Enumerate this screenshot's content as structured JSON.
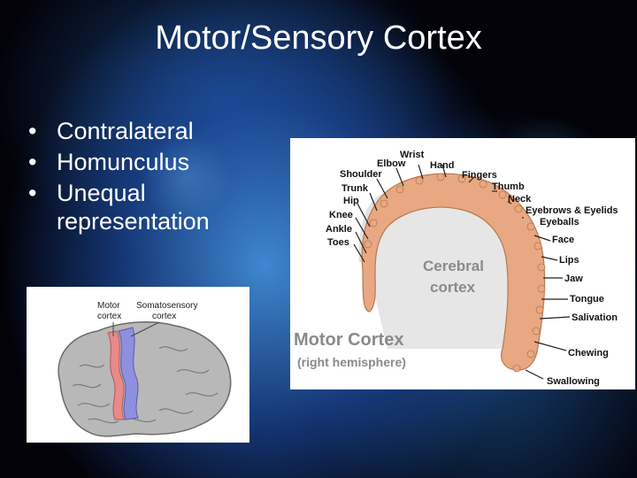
{
  "slide": {
    "title": "Motor/Sensory Cortex",
    "bullets": [
      "Contralateral",
      "Homunculus",
      "Unequal representation"
    ]
  },
  "brain_figure": {
    "label_motor_line1": "Motor",
    "label_motor_line2": "cortex",
    "label_sensory_line1": "Somatosensory",
    "label_sensory_line2": "cortex",
    "motor_color": "#e88a8a",
    "sensory_color": "#8f8fe0"
  },
  "cortex_figure": {
    "caption_title": "Motor Cortex",
    "caption_sub": "(right hemisphere)",
    "center_line1": "Cerebral",
    "center_line2": "cortex",
    "body_parts": {
      "wrist": "Wrist",
      "elbow": "Elbow",
      "hand": "Hand",
      "shoulder": "Shoulder",
      "fingers": "Fingers",
      "trunk": "Trunk",
      "thumb": "Thumb",
      "hip": "Hip",
      "neck": "Neck",
      "eyebrows": "Eyebrows & Eyelids",
      "knee": "Knee",
      "eyeballs": "Eyeballs",
      "ankle": "Ankle",
      "toes": "Toes",
      "face": "Face",
      "lips": "Lips",
      "jaw": "Jaw",
      "tongue": "Tongue",
      "salivation": "Salivation",
      "chewing": "Chewing",
      "swallowing": "Swallowing"
    },
    "cortex_color": "#e8a882",
    "caption_color": "#8a8a8a"
  }
}
